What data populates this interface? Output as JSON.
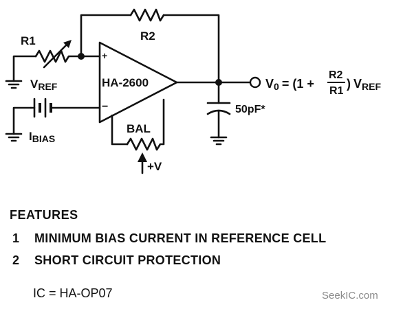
{
  "circuit": {
    "resistor_r1": "R1",
    "resistor_r2": "R2",
    "vref_main": "V",
    "vref_sub": "REF",
    "opamp_label": "HA-2600",
    "plus_sign": "+",
    "minus_sign": "−",
    "ibias_main": "I",
    "ibias_sub": "BIAS",
    "bal_label": "BAL",
    "supply_label": "+V",
    "capacitor_label": "50pF*",
    "vo_main": "V",
    "vo_sub": "0",
    "vo_eq_prefix": "= (1 +",
    "vo_num": "R2",
    "vo_den": "R1",
    "vo_close": ")",
    "vo_vref_main": "V",
    "vo_vref_sub": "REF"
  },
  "features": {
    "heading": "FEATURES",
    "items": [
      {
        "num": "1",
        "text": "MINIMUM BIAS CURRENT IN REFERENCE CELL"
      },
      {
        "num": "2",
        "text": "SHORT CIRCUIT PROTECTION"
      }
    ]
  },
  "ic_note": "IC = HA-OP07",
  "watermark": "SeekIC.com"
}
